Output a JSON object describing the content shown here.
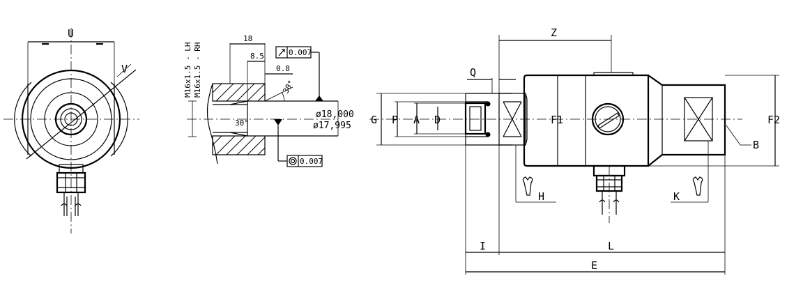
{
  "end_view": {
    "dim_u": "U",
    "dim_v": "V"
  },
  "detail": {
    "thread_lh": "M16x1.5 - LH",
    "thread_rh": "M16x1.5 - RH",
    "dim_18": "18",
    "dim_8_5": "8.5",
    "dim_0_8": "0.8",
    "angle_top": "30°",
    "angle_inner": "30°",
    "runout_tol": "0.007",
    "concentric_tol": "0.007",
    "dia_max": "ø18,000",
    "dia_min": "ø17,995"
  },
  "side_view": {
    "dim_z": "Z",
    "dim_q": "Q",
    "dim_g": "G",
    "dim_p": "P",
    "dim_a": "A",
    "dim_d": "D",
    "dim_f1": "F1",
    "dim_f2": "F2",
    "dim_b": "B",
    "dim_h": "H",
    "dim_k": "K",
    "dim_i": "I",
    "dim_l": "L",
    "dim_e": "E"
  }
}
